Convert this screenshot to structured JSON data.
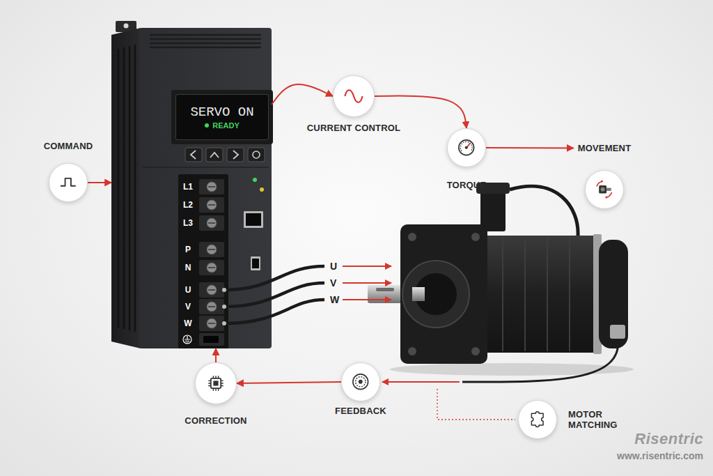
{
  "diagram": {
    "nodes": [
      {
        "text": [
          "L1",
          "L2",
          "L3",
          "P",
          "N",
          "U",
          "V",
          "W"
        ]
      },
      {
        "text": [
          "SERVO ON",
          "READY"
        ],
        "in": 0
      },
      {
        "text": [
          "COMMAND"
        ]
      },
      {
        "text": [
          "CURRENT CONTROL"
        ]
      },
      {
        "text": [
          "TORQUE"
        ]
      },
      {
        "text": [
          "MOVEMENT"
        ]
      },
      {
        "text": [
          "FEEDBACK"
        ]
      },
      {
        "text": [
          "CORRECTION"
        ]
      },
      {
        "text": [
          "MOTOR MATCHING"
        ]
      }
    ],
    "edges": [
      {
        "from": 2,
        "to": 0,
        "arrow": "to"
      },
      {
        "from": 0,
        "to": 3,
        "arrow": "to"
      },
      {
        "from": 3,
        "to": 4,
        "arrow": "to"
      },
      {
        "from": 4,
        "to": 5,
        "arrow": "to"
      },
      {
        "from": 6,
        "to": 7,
        "arrow": "to"
      },
      {
        "from": 7,
        "to": 0,
        "arrow": "to"
      }
    ],
    "labels": [
      "U",
      "V",
      "W",
      "Risentric",
      "www.risentric.com"
    ]
  }
}
